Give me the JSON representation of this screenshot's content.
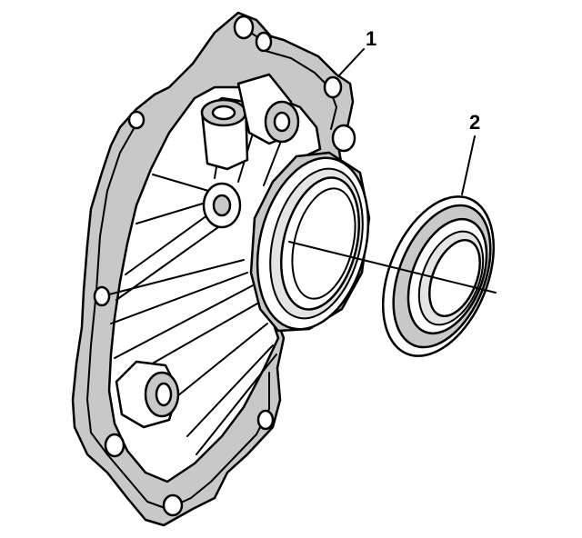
{
  "callouts": [
    {
      "id": "1",
      "label": "1"
    },
    {
      "id": "2",
      "label": "2"
    }
  ],
  "colors": {
    "line": "#000000",
    "shade": "#c8c8c8",
    "background": "#ffffff"
  }
}
